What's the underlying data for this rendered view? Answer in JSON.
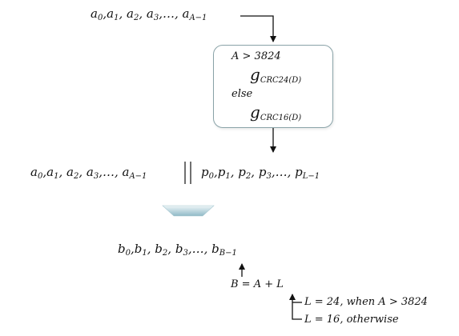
{
  "input_seq": {
    "parts": [
      {
        "base": "a",
        "sub": "0",
        "sep": ","
      },
      {
        "base": "a",
        "sub": "1",
        "sep": ", "
      },
      {
        "base": "a",
        "sub": "2",
        "sep": ", "
      },
      {
        "base": "a",
        "sub": "3",
        "sep": ",…, "
      },
      {
        "base": "a",
        "sub": "A−1",
        "sep": ""
      }
    ]
  },
  "crc_box": {
    "cond1": "A > 3824",
    "poly1": {
      "base": "g",
      "sub": "CRC24(D)"
    },
    "else_label": "else",
    "poly2": {
      "base": "g",
      "sub": "CRC16(D)"
    }
  },
  "concat": {
    "left": [
      {
        "base": "a",
        "sub": "0",
        "sep": ","
      },
      {
        "base": "a",
        "sub": "1",
        "sep": ", "
      },
      {
        "base": "a",
        "sub": "2",
        "sep": ", "
      },
      {
        "base": "a",
        "sub": "3",
        "sep": ",…, "
      },
      {
        "base": "a",
        "sub": "A−1",
        "sep": ""
      }
    ],
    "right": [
      {
        "base": "p",
        "sub": "0",
        "sep": ","
      },
      {
        "base": "p",
        "sub": "1",
        "sep": ", "
      },
      {
        "base": "p",
        "sub": "2",
        "sep": ", "
      },
      {
        "base": "p",
        "sub": "3",
        "sep": ",…, "
      },
      {
        "base": "p",
        "sub": "L−1",
        "sep": ""
      }
    ]
  },
  "output_seq": {
    "parts": [
      {
        "base": "b",
        "sub": "0",
        "sep": ","
      },
      {
        "base": "b",
        "sub": "1",
        "sep": ", "
      },
      {
        "base": "b",
        "sub": "2",
        "sep": ", "
      },
      {
        "base": "b",
        "sub": "3",
        "sep": ",…, "
      },
      {
        "base": "b",
        "sub": "B−1",
        "sep": ""
      }
    ]
  },
  "b_formula": "B = A + L",
  "l_cases": {
    "case1": "L = 24, when A > 3824",
    "case2": "L = 16, otherwise"
  },
  "colors": {
    "line": "#111111",
    "box_border": "#8aa3a8",
    "down_arrow_top": "#e8f3f6",
    "down_arrow_bottom": "#8fb9c6"
  }
}
